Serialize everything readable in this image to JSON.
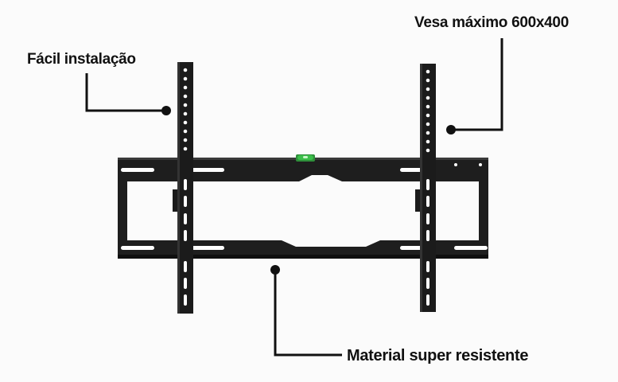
{
  "callouts": {
    "easy_install": "Fácil instalação",
    "vesa_max": "Vesa máximo 600x400",
    "material": "Material super resistente"
  },
  "colors": {
    "metal": "#1c1c1c",
    "slot": "#ffffff",
    "level_bubble": "#3bbf4a",
    "leader_line": "#111111",
    "background": "#fbfbfb"
  }
}
